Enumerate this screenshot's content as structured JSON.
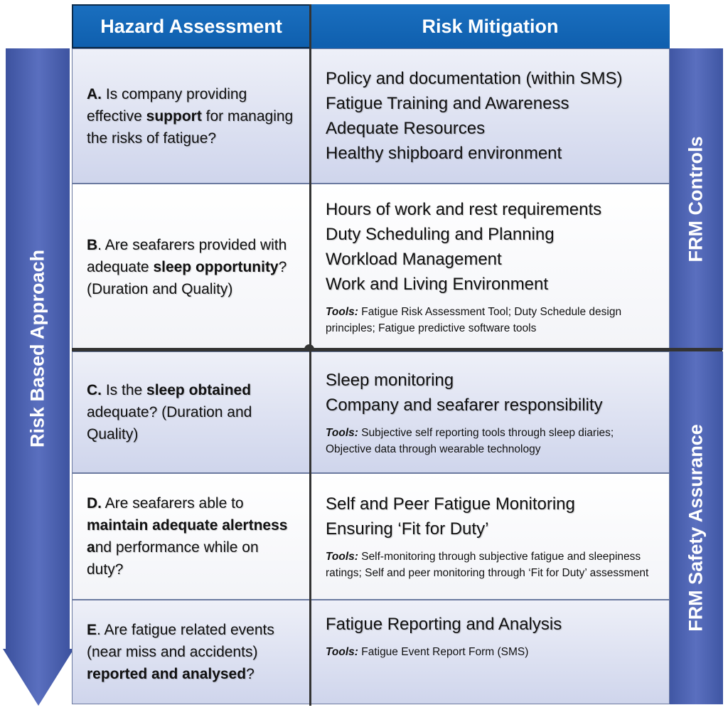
{
  "headers": {
    "hazard": "Hazard Assessment",
    "mitigation": "Risk Mitigation"
  },
  "left_arrow": "Risk Based Approach",
  "right_bars": {
    "controls": "FRM Controls",
    "assurance": "FRM Safety Assurance"
  },
  "rows": [
    {
      "q_prefix": "A.",
      "q_text_1": " Is company providing effective ",
      "q_bold_1": "support",
      "q_text_2": " for managing the risks of fatigue?",
      "items": [
        "Policy and documentation (within SMS)",
        "Fatigue Training and Awareness",
        "Adequate Resources",
        "Healthy shipboard environment"
      ]
    },
    {
      "q_prefix": "B",
      "q_text_1": ". Are seafarers provided with adequate ",
      "q_bold_1": "sleep opportunity",
      "q_text_2": "? (Duration and Quality)",
      "items": [
        "Hours of work and rest requirements",
        "Duty Scheduling and Planning",
        "Workload Management",
        "Work and Living Environment"
      ],
      "tools_label": "Tools:",
      "tools_text": " Fatigue Risk Assessment Tool; Duty Schedule design principles; Fatigue predictive software tools"
    },
    {
      "q_prefix": "C.",
      "q_text_1": " Is the ",
      "q_bold_1": "sleep obtained",
      "q_text_2": " adequate? (Duration and Quality)",
      "items": [
        "Sleep monitoring",
        "Company and seafarer responsibility"
      ],
      "tools_label": "Tools:",
      "tools_text": " Subjective self reporting  tools through sleep diaries; Objective data  through wearable technology"
    },
    {
      "q_prefix": "D.",
      "q_text_1": " Are seafarers able to ",
      "q_bold_1": "maintain adequate alertness  a",
      "q_text_2": "nd performance while on duty?",
      "items": [
        "Self and Peer  Fatigue Monitoring",
        "Ensuring ‘Fit for Duty’"
      ],
      "tools_label": "Tools:",
      "tools_text": " Self-monitoring through subjective fatigue and sleepiness ratings; Self and peer monitoring through ‘Fit for Duty’ assessment"
    },
    {
      "q_prefix": "E",
      "q_text_1": ". Are fatigue related events (near miss and accidents) ",
      "q_bold_1": "reported and analysed",
      "q_text_2": "?",
      "items": [
        "Fatigue Reporting and Analysis"
      ],
      "tools_label": "Tools:",
      "tools_text": " Fatigue Event Report Form (SMS)"
    }
  ]
}
